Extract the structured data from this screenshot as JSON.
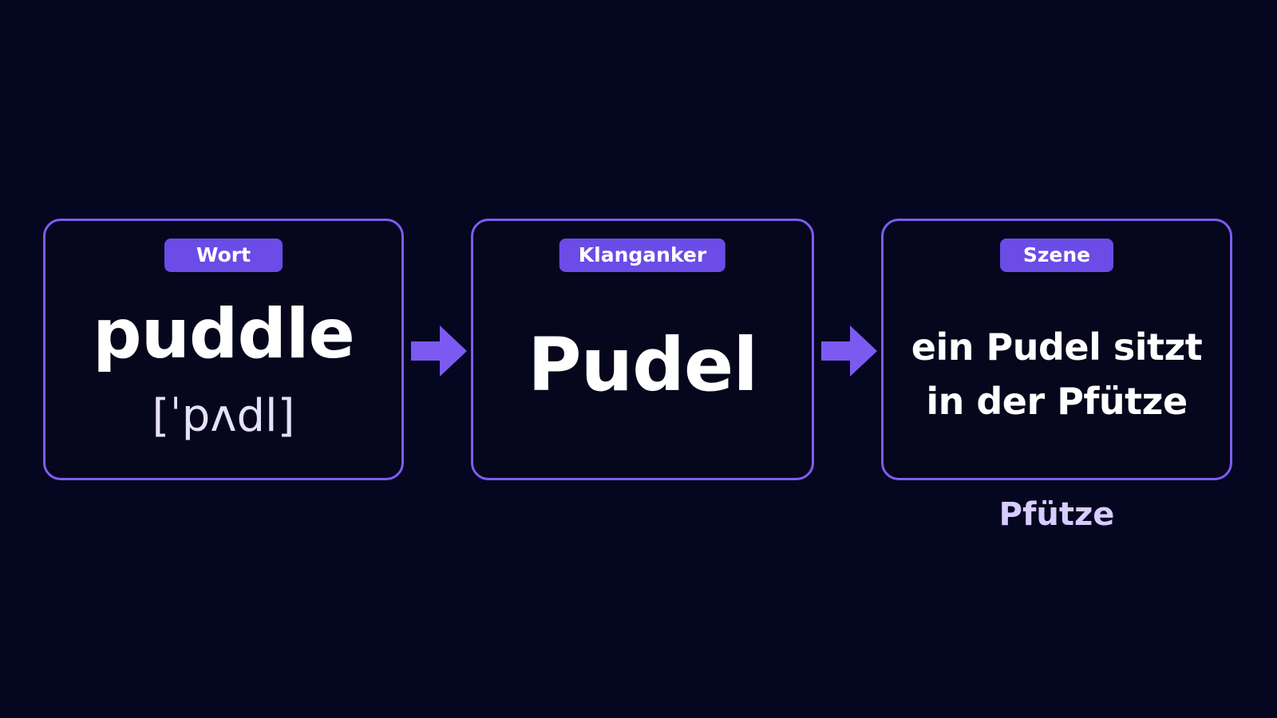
{
  "colors": {
    "background": "#05061f",
    "card_border": "#7e5cf0",
    "tag_fill": "#6b4ce6",
    "arrow_fill": "#7b5af2",
    "caption_text": "#d7ccff"
  },
  "steps": [
    {
      "tag": "Wort",
      "word": "puddle",
      "ipa": "[ˈpʌdl]"
    },
    {
      "tag": "Klanganker",
      "anchor": "Pudel"
    },
    {
      "tag": "Szene",
      "scene_line_1": "ein Pudel sitzt",
      "scene_line_2": "in der Pfütze",
      "caption": "Pfütze"
    }
  ],
  "icons": {
    "connector": "arrow-right-icon"
  }
}
